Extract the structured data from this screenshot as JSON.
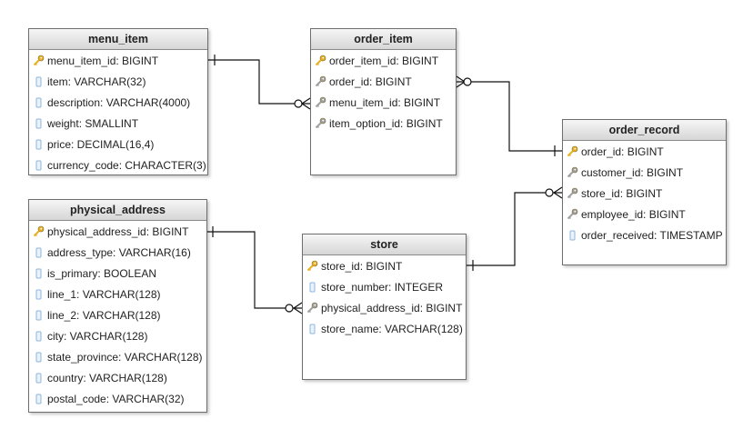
{
  "diagram": {
    "entities": [
      {
        "id": "menu_item",
        "title": "menu_item",
        "fields": [
          {
            "label": "menu_item_id: BIGINT",
            "icon": "primary-key-icon"
          },
          {
            "label": "item: VARCHAR(32)",
            "icon": "column-icon"
          },
          {
            "label": "description: VARCHAR(4000)",
            "icon": "column-icon"
          },
          {
            "label": "weight: SMALLINT",
            "icon": "column-icon"
          },
          {
            "label": "price: DECIMAL(16,4)",
            "icon": "column-icon"
          },
          {
            "label": "currency_code: CHARACTER(3)",
            "icon": "column-icon"
          }
        ]
      },
      {
        "id": "order_item",
        "title": "order_item",
        "fields": [
          {
            "label": "order_item_id: BIGINT",
            "icon": "primary-key-icon"
          },
          {
            "label": "order_id: BIGINT",
            "icon": "foreign-key-icon"
          },
          {
            "label": "menu_item_id: BIGINT",
            "icon": "foreign-key-icon"
          },
          {
            "label": "item_option_id: BIGINT",
            "icon": "foreign-key-icon"
          }
        ]
      },
      {
        "id": "order_record",
        "title": "order_record",
        "fields": [
          {
            "label": "order_id: BIGINT",
            "icon": "primary-key-icon"
          },
          {
            "label": "customer_id: BIGINT",
            "icon": "foreign-key-icon"
          },
          {
            "label": "store_id: BIGINT",
            "icon": "foreign-key-icon"
          },
          {
            "label": "employee_id: BIGINT",
            "icon": "foreign-key-icon"
          },
          {
            "label": "order_received: TIMESTAMP",
            "icon": "column-icon"
          }
        ]
      },
      {
        "id": "physical_address",
        "title": "physical_address",
        "fields": [
          {
            "label": "physical_address_id: BIGINT",
            "icon": "primary-key-icon"
          },
          {
            "label": "address_type: VARCHAR(16)",
            "icon": "column-icon"
          },
          {
            "label": "is_primary: BOOLEAN",
            "icon": "column-icon"
          },
          {
            "label": "line_1: VARCHAR(128)",
            "icon": "column-icon"
          },
          {
            "label": "line_2: VARCHAR(128)",
            "icon": "column-icon"
          },
          {
            "label": "city: VARCHAR(128)",
            "icon": "column-icon"
          },
          {
            "label": "state_province: VARCHAR(128)",
            "icon": "column-icon"
          },
          {
            "label": "country: VARCHAR(128)",
            "icon": "column-icon"
          },
          {
            "label": "postal_code: VARCHAR(32)",
            "icon": "column-icon"
          }
        ]
      },
      {
        "id": "store",
        "title": "store",
        "fields": [
          {
            "label": "store_id: BIGINT",
            "icon": "primary-key-icon"
          },
          {
            "label": "store_number: INTEGER",
            "icon": "column-icon"
          },
          {
            "label": "physical_address_id: BIGINT",
            "icon": "foreign-key-icon"
          },
          {
            "label": "store_name: VARCHAR(128)",
            "icon": "column-icon"
          }
        ]
      }
    ],
    "relationships": [
      {
        "from": "menu_item",
        "to": "order_item",
        "from_end": "one",
        "to_end": "zero-or-many"
      },
      {
        "from": "order_record",
        "to": "order_item",
        "from_end": "one",
        "to_end": "zero-or-many"
      },
      {
        "from": "physical_address",
        "to": "store",
        "from_end": "one",
        "to_end": "zero-or-many"
      },
      {
        "from": "store",
        "to": "order_record",
        "from_end": "one",
        "to_end": "zero-or-many"
      }
    ]
  },
  "colors": {
    "line": "#111111",
    "key_gold": "#e8b022",
    "key_grey": "#a0a0a0",
    "column_blue": "#8fb4dc"
  }
}
